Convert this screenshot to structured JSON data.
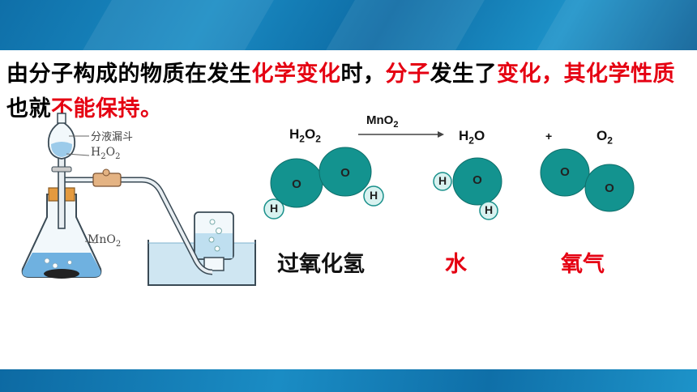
{
  "headline": {
    "parts": [
      {
        "text": "由分子构成的物质在发生",
        "red": false
      },
      {
        "text": "化学变化",
        "red": true
      },
      {
        "text": "时，",
        "red": false
      },
      {
        "text": "分子",
        "red": true
      },
      {
        "text": "发生了",
        "red": false
      },
      {
        "text": "变化，其化学性质",
        "red": true
      },
      {
        "text": "也就",
        "red": false
      },
      {
        "text": "不能保持。",
        "red": true
      }
    ]
  },
  "apparatus": {
    "funnel_label": "分液漏斗",
    "top_reagent": {
      "main": "H",
      "sub1": "2",
      "mid": "O",
      "sub2": "2"
    },
    "flask_reagent": {
      "main": "MnO",
      "sub": "2"
    }
  },
  "reaction": {
    "reactant": {
      "main": "H",
      "sub1": "2",
      "mid": "O",
      "sub2": "2"
    },
    "catalyst": {
      "main": "MnO",
      "sub": "2"
    },
    "product1": {
      "main": "H",
      "sub1": "2",
      "mid": "O"
    },
    "plus": "+",
    "product2": {
      "main": "O",
      "sub": "2"
    }
  },
  "molecules": {
    "hydrogen_peroxide": {
      "atoms": [
        "O",
        "O",
        "H",
        "H"
      ],
      "name": "过氧化氢"
    },
    "water": {
      "atoms": [
        "H",
        "O",
        "H"
      ],
      "name": "水"
    },
    "oxygen": {
      "atoms": [
        "O",
        "O"
      ],
      "name": "氧气"
    }
  },
  "colors": {
    "oxygen_atom": "#13938f",
    "hydrogen_atom": "#d8f2f0",
    "red_text": "#e50012",
    "banner": "#1a8cc4"
  }
}
